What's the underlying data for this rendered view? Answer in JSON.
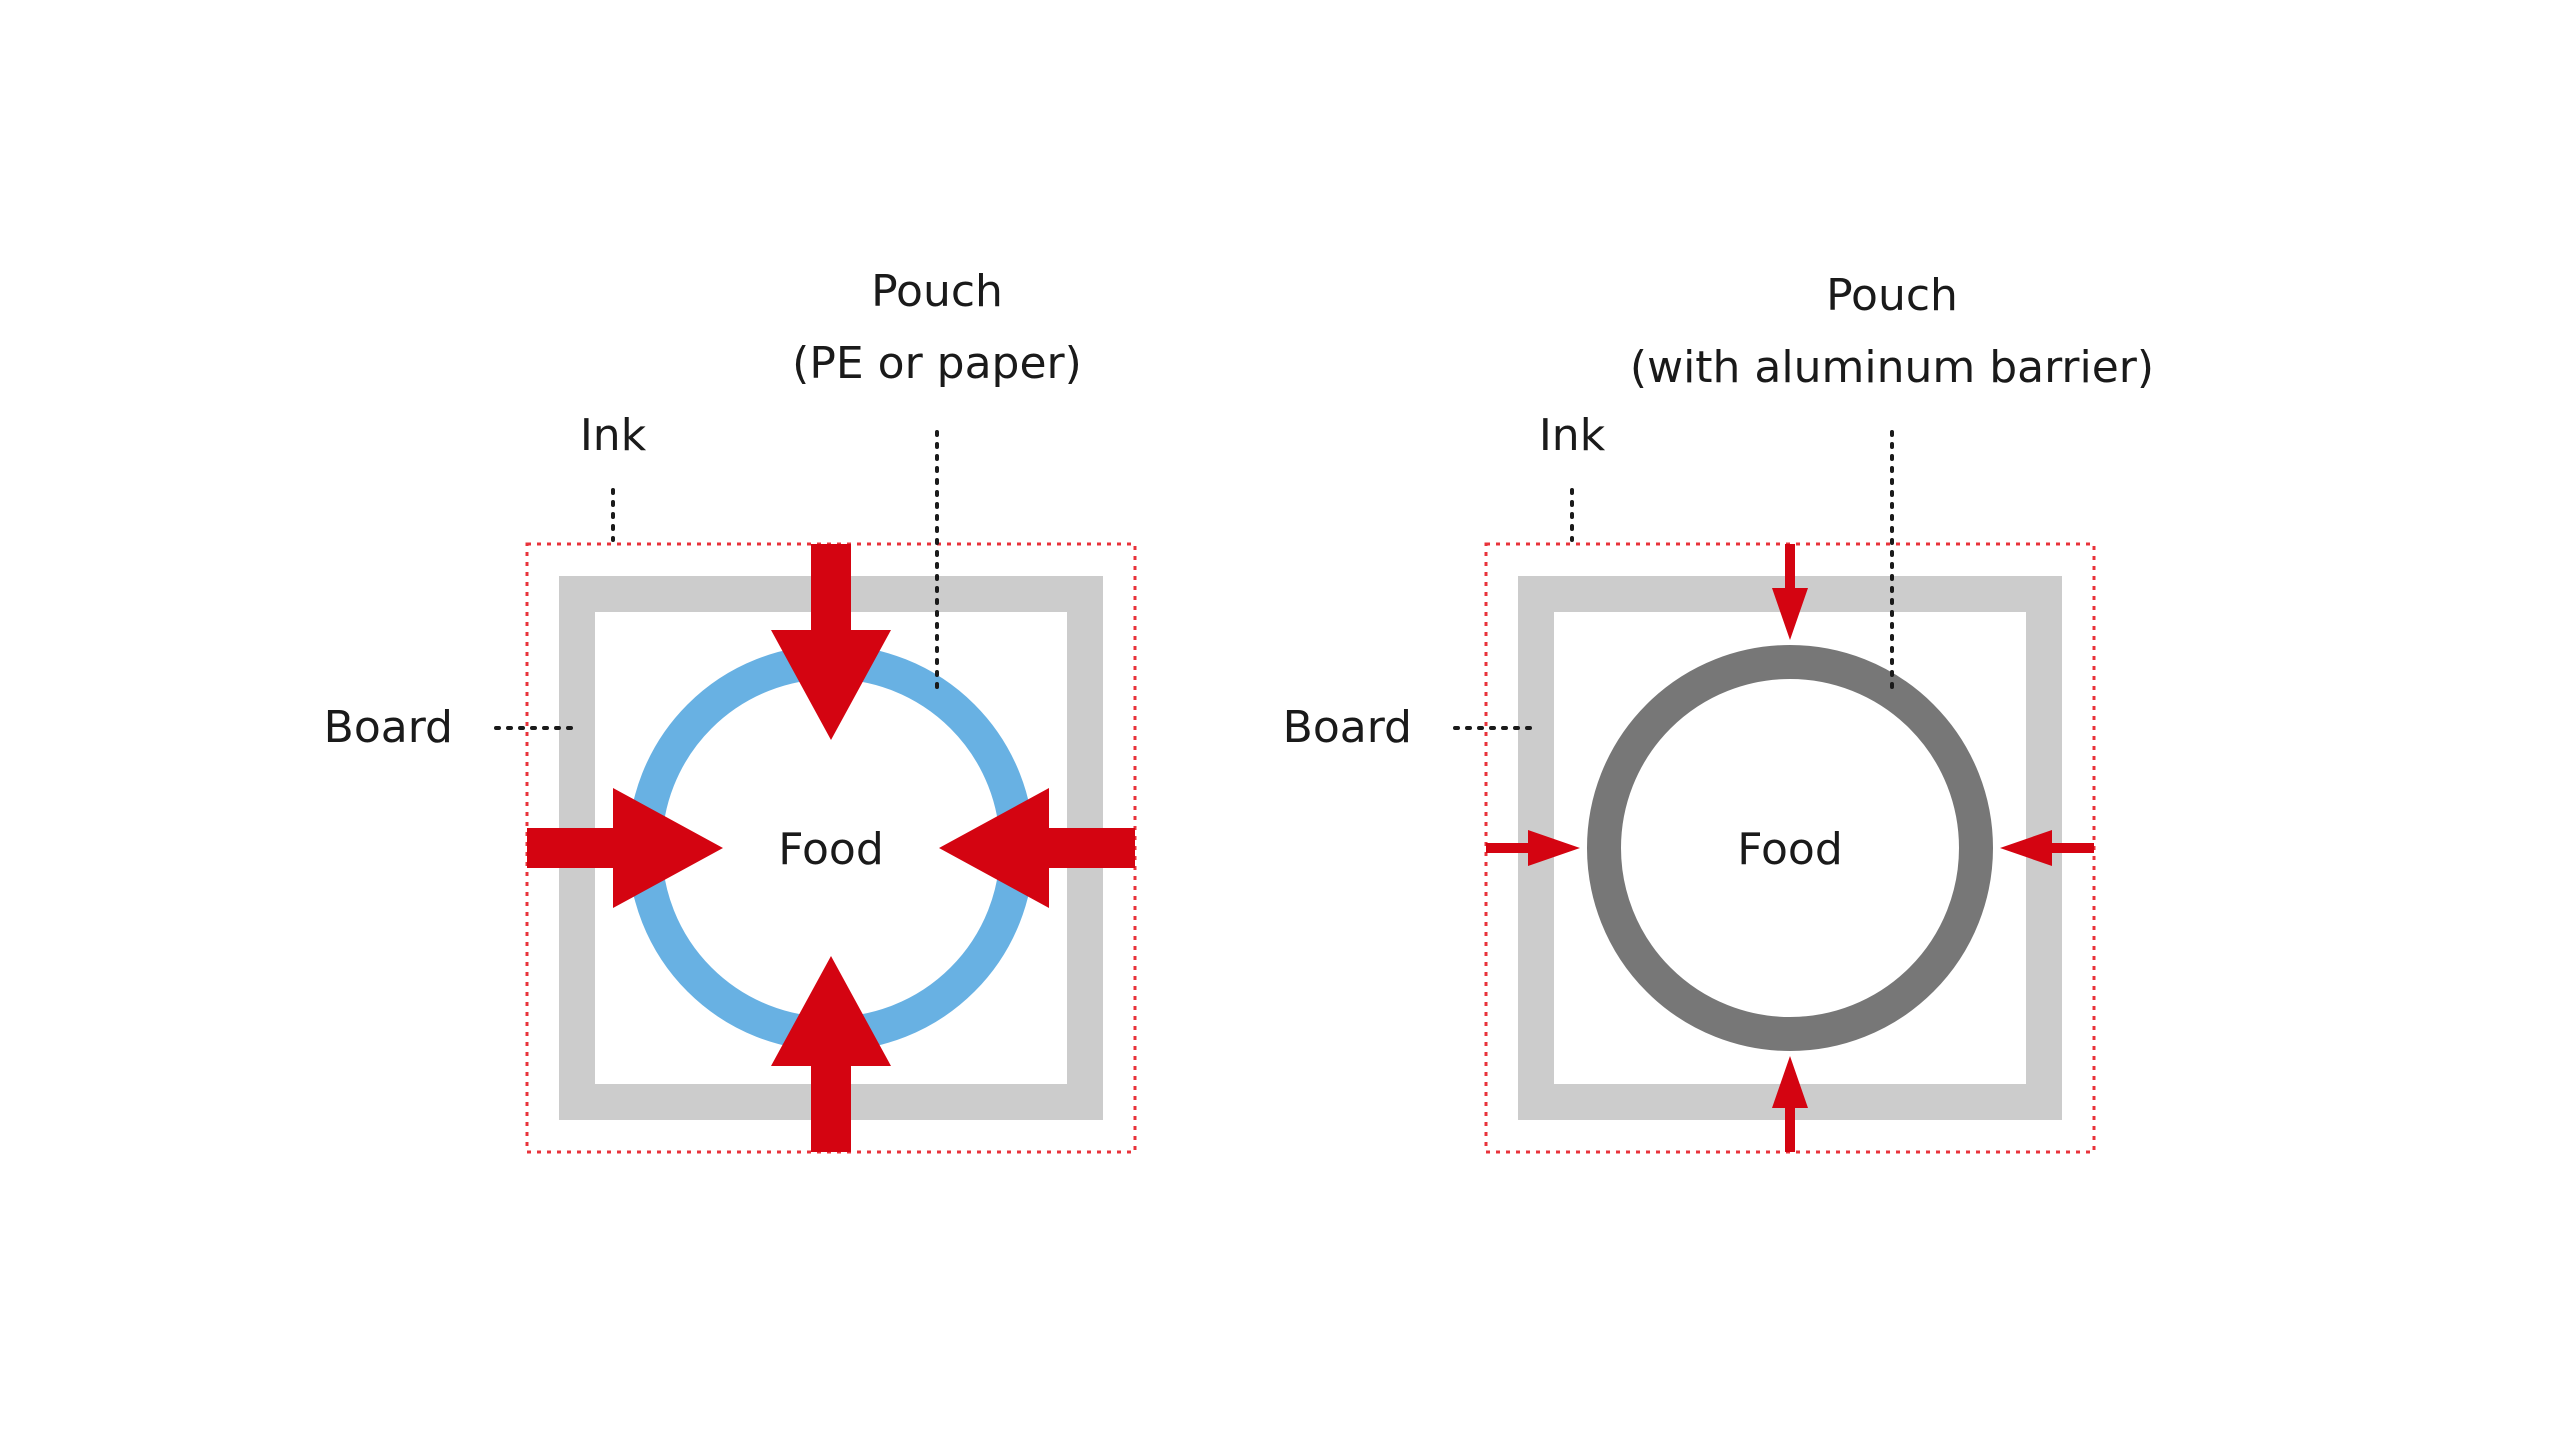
{
  "colors": {
    "board": "#cccccc",
    "pouch_pe": "#68b1e3",
    "pouch_aluminum": "#777777",
    "arrow": "#d40411",
    "ink_outline": "#e8333b",
    "text": "#1a1a1a"
  },
  "left_panel": {
    "pouch_label_line1": "Pouch",
    "pouch_label_line2": "(PE or paper)",
    "ink_label": "Ink",
    "board_label": "Board",
    "food_label": "Food",
    "migration_level": "high"
  },
  "right_panel": {
    "pouch_label_line1": "Pouch",
    "pouch_label_line2": "(with aluminum barrier)",
    "ink_label": "Ink",
    "board_label": "Board",
    "food_label": "Food",
    "migration_level": "low"
  }
}
